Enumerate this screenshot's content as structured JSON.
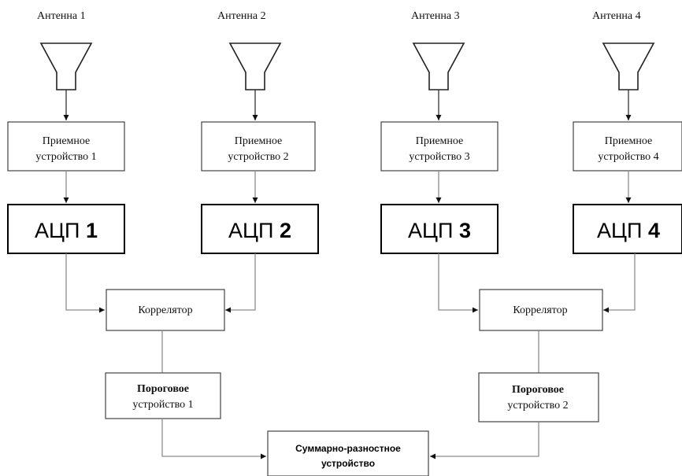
{
  "antennas": [
    {
      "label": "Антенна 1"
    },
    {
      "label": "Антенна 2"
    },
    {
      "label": "Антенна 3"
    },
    {
      "label": "Антенна 4"
    }
  ],
  "receivers": [
    {
      "line1": "Приемное",
      "line2": "устройство 1"
    },
    {
      "line1": "Приемное",
      "line2": "устройство 2"
    },
    {
      "line1": "Приемное",
      "line2": "устройство 3"
    },
    {
      "line1": "Приемное",
      "line2": "устройство 4"
    }
  ],
  "adcs": [
    {
      "prefix": "АЦП",
      "number": "1"
    },
    {
      "prefix": "АЦП",
      "number": "2"
    },
    {
      "prefix": "АЦП",
      "number": "3"
    },
    {
      "prefix": "АЦП",
      "number": "4"
    }
  ],
  "correlators": [
    {
      "label": "Коррелятор"
    },
    {
      "label": "Коррелятор"
    }
  ],
  "thresholds": [
    {
      "line1": "Пороговое",
      "line2": "устройство 1"
    },
    {
      "line1": "Пороговое",
      "line2": "устройство 2"
    }
  ],
  "summator": {
    "line1": "Суммарно-разностное",
    "line2": "устройство"
  }
}
